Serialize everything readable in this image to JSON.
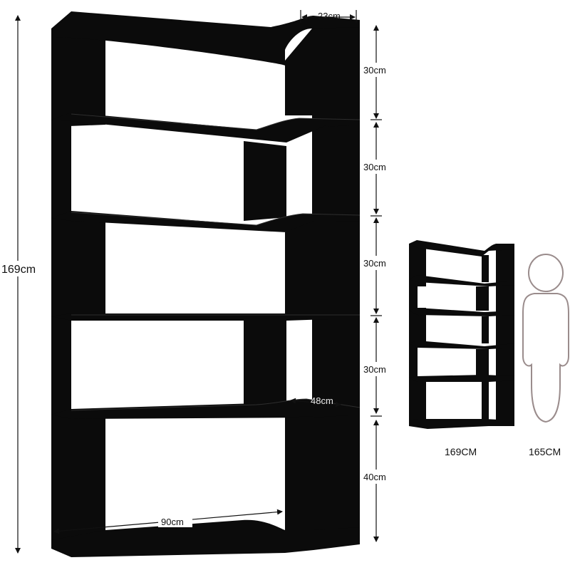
{
  "colors": {
    "shelf": "#0b0b0b",
    "shelf_edge": "#2a2a2a",
    "dimension_line": "#111111",
    "figure_outline": "#9a8c8c",
    "background": "#ffffff"
  },
  "dimensions": {
    "total_height": "169cm",
    "top_depth": "23cm",
    "compartment_heights": [
      "30cm",
      "30cm",
      "30cm",
      "30cm",
      "40cm"
    ],
    "bottom_width": "90cm",
    "shelf_depth": "48cm"
  },
  "comparison": {
    "shelf_height_label": "169CM",
    "person_height_label": "165CM"
  },
  "icons": {
    "person": "person-silhouette-icon"
  }
}
